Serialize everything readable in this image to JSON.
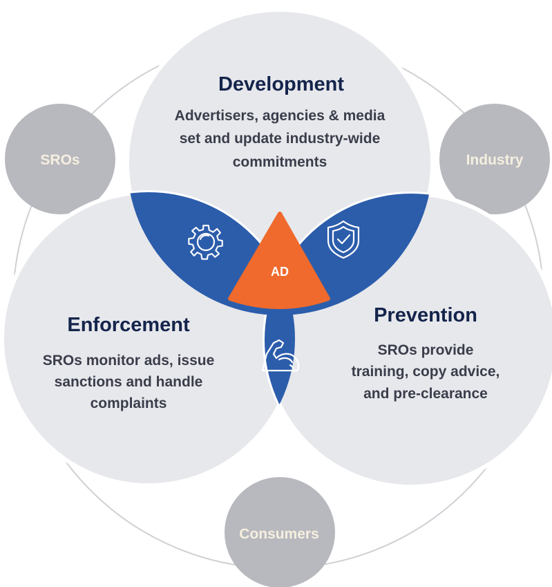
{
  "colors": {
    "main_circle": "#e7e8ec",
    "overlap": "#2c5dab",
    "center": "#ef6a2c",
    "stakeholder_circle": "#b8b9be",
    "ring": "#cfd0d4",
    "title_text": "#14244b",
    "body_text": "#3a3d4a",
    "stakeholder_text": "#f6efe0"
  },
  "center": {
    "label": "AD"
  },
  "development": {
    "title": "Development",
    "lines": [
      "Advertisers, agencies & media",
      "set and update industry-wide",
      "commitments"
    ]
  },
  "enforcement": {
    "title": "Enforcement",
    "lines": [
      "SROs monitor ads, issue",
      "sanctions and handle",
      "complaints"
    ]
  },
  "prevention": {
    "title": "Prevention",
    "lines": [
      "SROs provide",
      "training, copy advice,",
      "and pre-clearance"
    ]
  },
  "stakeholders": {
    "sros": "SROs",
    "industry": "Industry",
    "consumers": "Consumers"
  },
  "icons": {
    "development_enforcement": "gear-icon",
    "development_prevention": "shield-check-icon",
    "enforcement_prevention": "flexed-arm-icon"
  }
}
